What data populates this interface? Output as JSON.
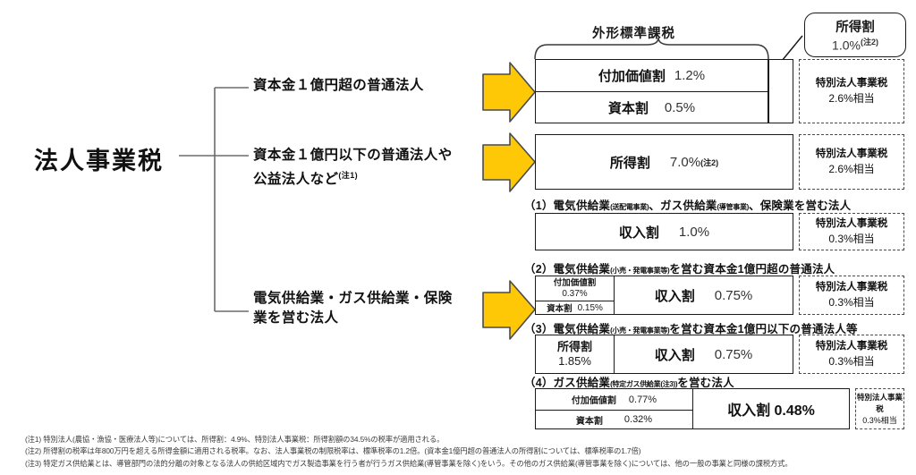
{
  "title": "法人事業税",
  "tree": {
    "root_label": "法人事業税",
    "branches": [
      {
        "id": "branch-1",
        "label": "資本金１億円超の普通法人",
        "note": ""
      },
      {
        "id": "branch-2",
        "line1": "資本金１億円以下の普通法人や",
        "line2": "公益法人など",
        "note": "(注1)"
      },
      {
        "id": "branch-3",
        "line1": "電気供給業・ガス供給業・保険",
        "line2": "業を営む法人",
        "note": ""
      }
    ]
  },
  "brace": {
    "label": "外形標準課税"
  },
  "callout": {
    "name": "所得割",
    "rate": "1.0%",
    "note": "(注2)"
  },
  "rows": {
    "row1": {
      "cells": [
        {
          "label": "付加価値割",
          "value": "1.2%"
        },
        {
          "label": "資本割",
          "value": "0.5%"
        }
      ],
      "special": {
        "name": "特別法人事業税",
        "amount": "2.6%相当"
      }
    },
    "row2": {
      "cell": {
        "label": "所得割",
        "value": "7.0%",
        "note": "(注2)"
      },
      "special": {
        "name": "特別法人事業税",
        "amount": "2.6%相当"
      }
    },
    "sec1": {
      "caption_a": "（1）電気供給業",
      "caption_small_a": "(送配電事業)",
      "caption_b": "、ガス供給業",
      "caption_small_b": "(導管事業)",
      "caption_c": "、保険業を営む法人",
      "cell": {
        "label": "収入割",
        "value": "1.0%"
      },
      "special": {
        "name": "特別法人事業税",
        "amount": "0.3%相当"
      }
    },
    "sec2": {
      "caption_a": "（2）電気供給業",
      "caption_small_a": "(小売・発電事業等)",
      "caption_c": "を営む資本金1億円超の普通法人",
      "left_top": {
        "label": "付加価値割",
        "value": "0.37%"
      },
      "left_bottom": {
        "label": "資本割",
        "value": "0.15%"
      },
      "main": {
        "label": "収入割",
        "value": "0.75%"
      },
      "special": {
        "name": "特別法人事業税",
        "amount": "0.3%相当"
      }
    },
    "sec3": {
      "caption_a": "（3）電気供給業",
      "caption_small_a": "(小売・発電事業等)",
      "caption_c": "を営む資本金1億円以下の普通法人等",
      "left": {
        "label": "所得割",
        "value": "1.85%"
      },
      "main": {
        "label": "収入割",
        "value": "0.75%"
      },
      "special": {
        "name": "特別法人事業税",
        "amount": "0.3%相当"
      }
    },
    "sec4": {
      "caption_a": "（4）ガス供給業",
      "caption_small_a": "(特定ガス供給業(注3))",
      "caption_c": "を営む法人",
      "left_top": {
        "label": "付加価値割",
        "value": "0.77%"
      },
      "left_bottom": {
        "label": "資本割",
        "value": "0.32%"
      },
      "main": {
        "label": "収入割 0.48%"
      },
      "special": {
        "name": "特別法人事業税",
        "amount": "0.3%相当"
      }
    }
  },
  "footnotes": [
    "(注1) 特別法人(農協・漁協・医療法人等)については、所得割：4.9%、特別法人事業税：所得割額の34.5%の税率が適用される。",
    "(注2) 所得割の税率は年800万円を超える所得金額に適用される税率。なお、法人事業税の制限税率は、標準税率の1.2倍。(資本金1億円超の普通法人の所得割については、標準税率の1.7倍)",
    "(注3) 特定ガス供給業とは、導管部門の法的分離の対象となる法人の供給区域内でガス製造事業を行う者が行うガス供給業(導管事業を除く)をいう。その他のガス供給業(導管事業を除く)については、他の一般の事業と同様の課税方式。"
  ],
  "colors": {
    "arrow_fill": "#FFC806",
    "arrow_stroke": "#4a4a4a",
    "box_stroke": "#1a1a1a",
    "dashed_stroke": "#4a4a4a",
    "text": "#111111"
  },
  "arrows": [
    {
      "name": "arrow-to-row1"
    },
    {
      "name": "arrow-to-row2"
    },
    {
      "name": "arrow-to-sections"
    }
  ]
}
